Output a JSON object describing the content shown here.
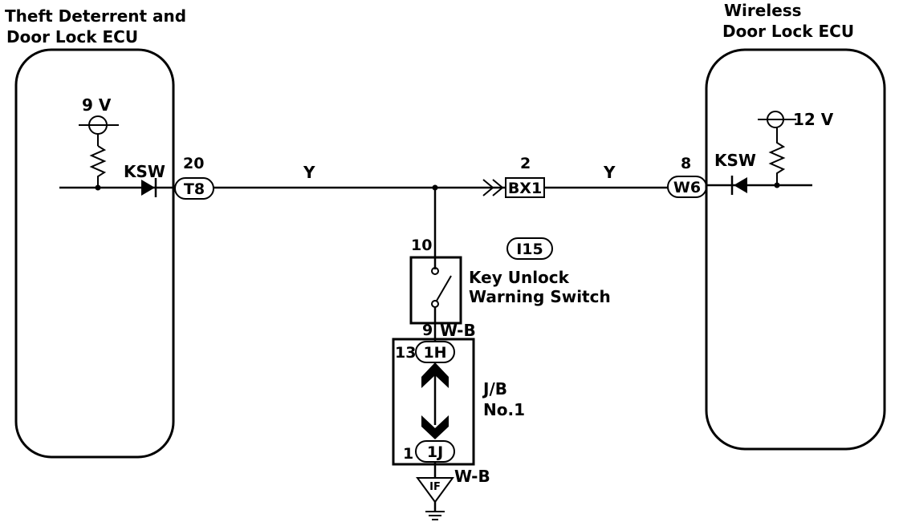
{
  "ecu_left": {
    "title_line1": "Theft Deterrent and",
    "title_line2": "Door Lock ECU",
    "voltage": "9 V",
    "ksw": "KSW",
    "pin": "20",
    "connector": "T8"
  },
  "ecu_right": {
    "title_line1": "Wireless",
    "title_line2": "Door Lock ECU",
    "voltage": "12 V",
    "ksw": "KSW",
    "pin": "8",
    "connector": "W6"
  },
  "wire_left_color": "Y",
  "wire_right_color": "Y",
  "junction_connector": {
    "pin": "2",
    "id": "BX1"
  },
  "switch": {
    "component_code": "I15",
    "pin_top": "10",
    "pin_bottom": "9",
    "name_line1": "Key Unlock",
    "name_line2": "Warning Switch"
  },
  "switch_wire_color": "W-B",
  "junction_block": {
    "name_line1": "J/B",
    "name_line2": "No.1",
    "upper_pin": "13",
    "upper_connector": "1H",
    "lower_pin": "1",
    "lower_connector": "1J"
  },
  "ground_wire_color": "W-B",
  "ground_point": "IF"
}
